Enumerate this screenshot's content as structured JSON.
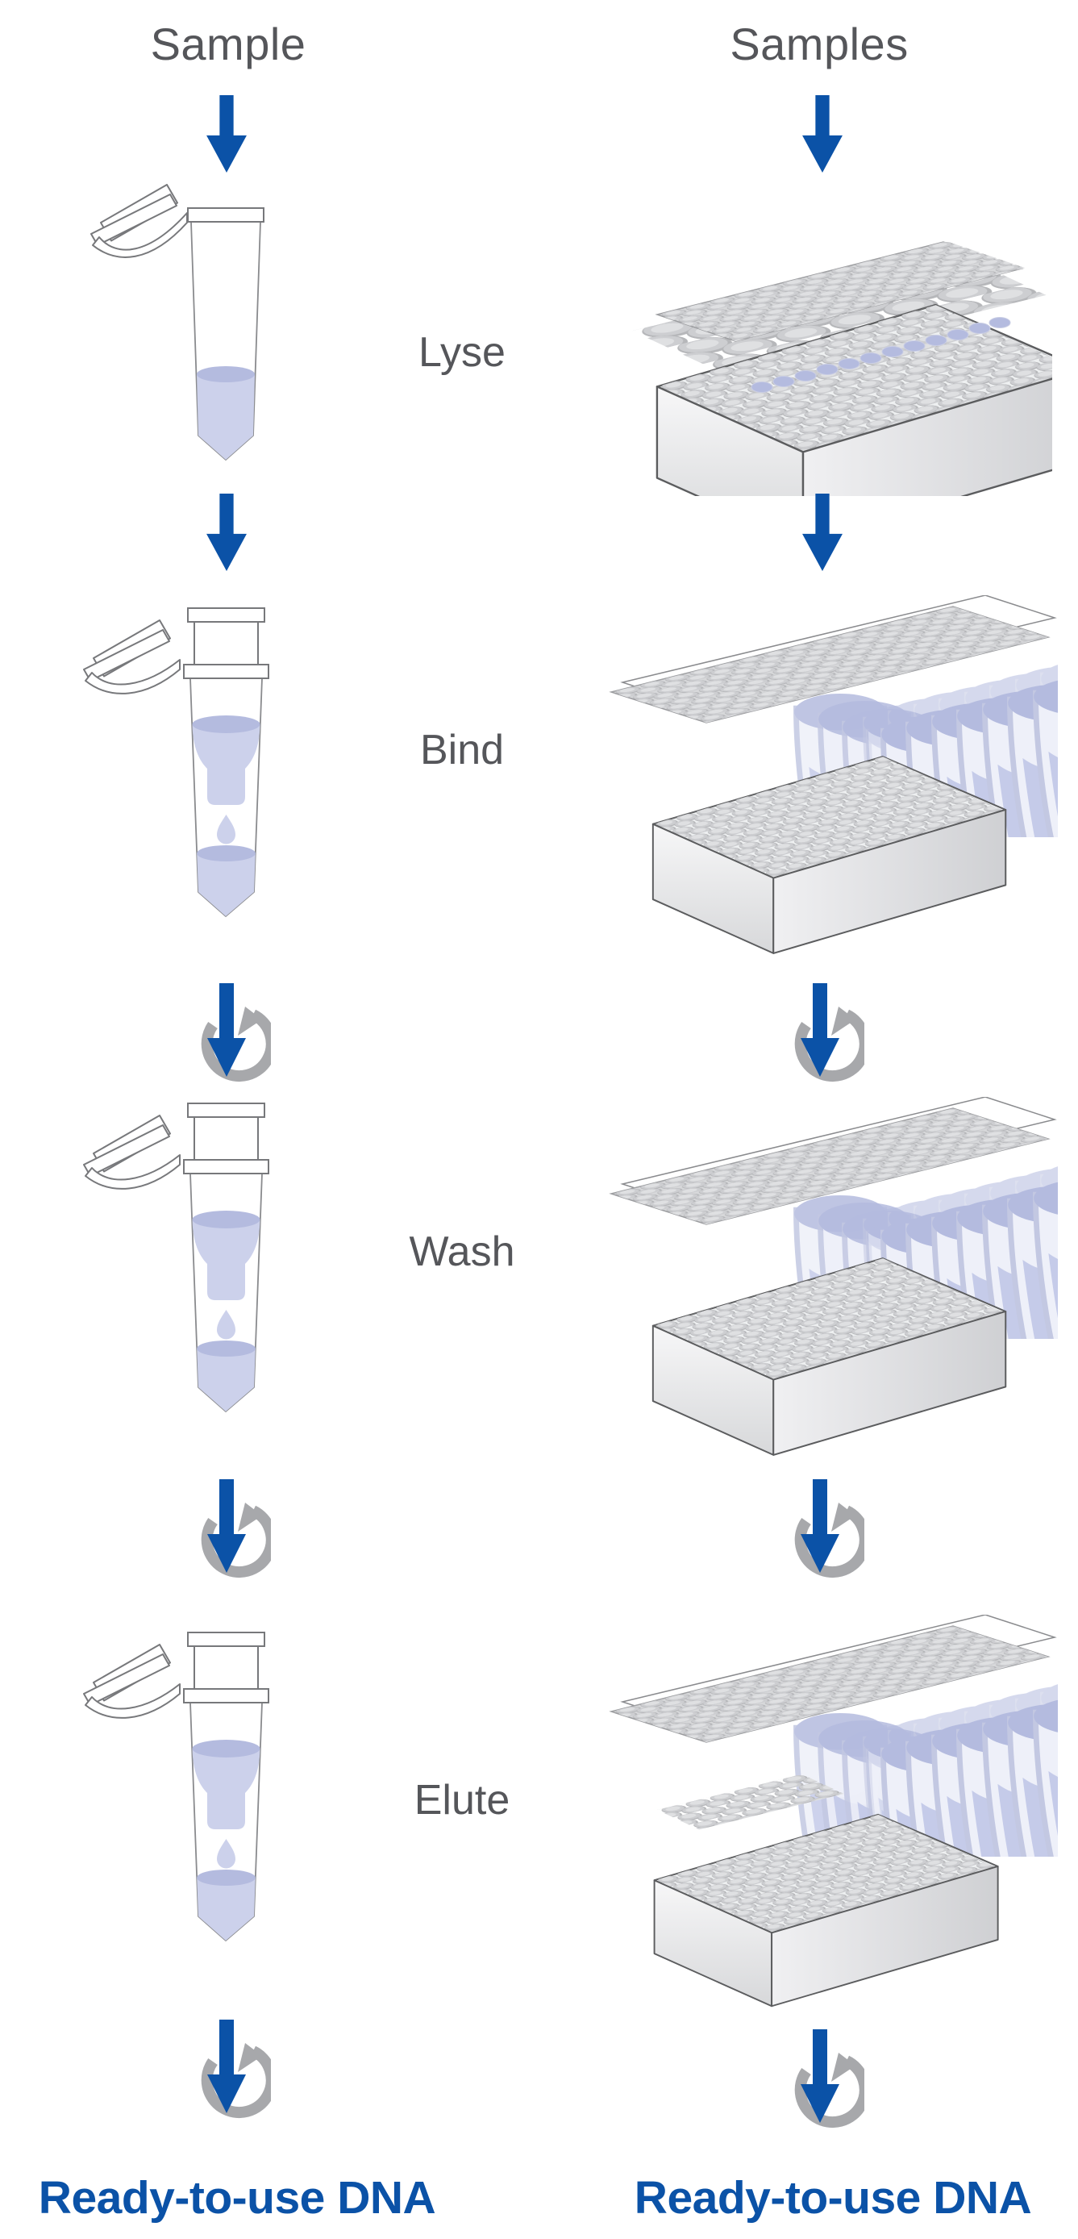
{
  "diagram": {
    "columns": {
      "left": {
        "header": "Sample",
        "result": "Ready-to-use DNA"
      },
      "right": {
        "header": "Samples",
        "result": "Ready-to-use DNA"
      }
    },
    "steps": [
      {
        "label": "Lyse"
      },
      {
        "label": "Bind"
      },
      {
        "label": "Wash"
      },
      {
        "label": "Elute"
      }
    ]
  },
  "icons": {
    "down_arrow": "down-arrow-icon",
    "centrifuge_cycle": "circular-arrow-icon"
  },
  "colors": {
    "accent-blue": "#0b52a7",
    "label-gray": "#55565a",
    "arrow-gray": "#a7a8ab",
    "liquid-lavender": "#ccd1eb",
    "liquid-surface": "#b4bbdf"
  }
}
